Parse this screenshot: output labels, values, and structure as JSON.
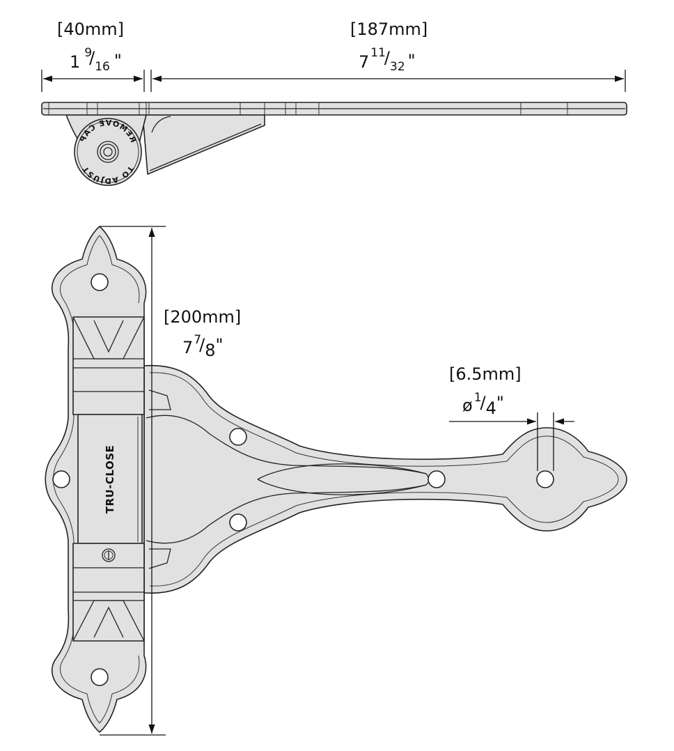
{
  "dimensions": {
    "width_leaf": {
      "metric": "[40mm]",
      "whole": "1",
      "num": "9",
      "den": "16",
      "unit": "\""
    },
    "length_strap": {
      "metric": "[187mm]",
      "whole": "7",
      "num": "11",
      "den": "32",
      "unit": "\""
    },
    "height_leaf": {
      "metric": "[200mm]",
      "whole": "7",
      "num": "7",
      "den": "8",
      "unit": "\""
    },
    "hole_diameter": {
      "metric": "[6.5mm]",
      "symbol": "ø",
      "num": "1",
      "den": "4",
      "unit": "\""
    }
  },
  "labels": {
    "cap_top": "REMOVE CAP",
    "cap_bottom": "TO ADJUST",
    "brand": "TRU-CLOSE"
  },
  "colors": {
    "part_fill": "#e1e1e1",
    "line": "#222222"
  }
}
